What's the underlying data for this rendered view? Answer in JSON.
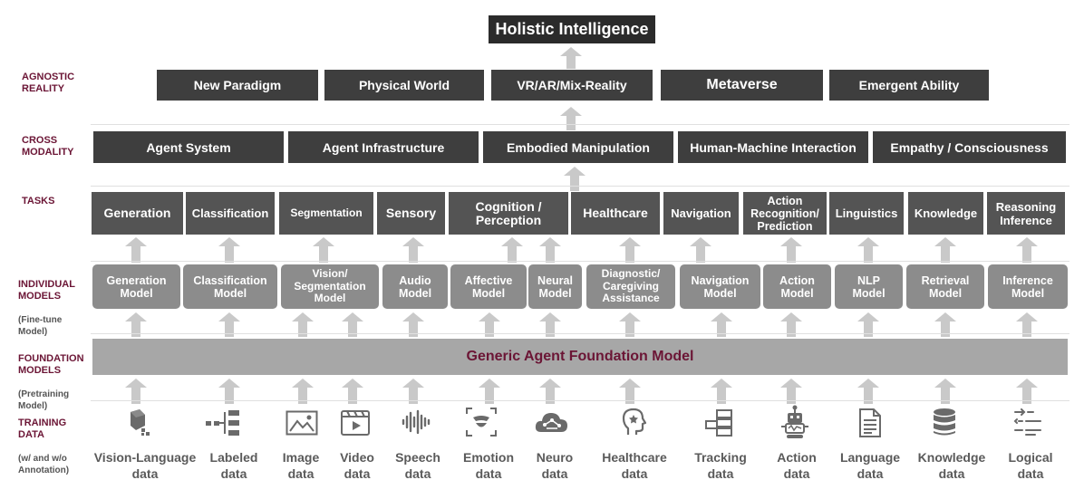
{
  "top": {
    "title": "Holistic Intelligence"
  },
  "row_labels": {
    "agnostic": "AGNOSTIC\nREALITY",
    "cross": "CROSS\nMODALITY",
    "tasks": "TASKS",
    "individual": "INDIVIDUAL\nMODELS",
    "individual_sub": "(Fine-tune\nModel)",
    "foundation": "FOUNDATION\nMODELS",
    "foundation_sub": "(Pretraining\nModel)",
    "training": "TRAINING\nDATA",
    "training_sub": "(w/ and w/o\nAnnotation)"
  },
  "agnostic": [
    "New Paradigm",
    "Physical World",
    "VR/AR/Mix-Reality",
    "Metaverse",
    "Emergent Ability"
  ],
  "cross_modality": [
    "Agent System",
    "Agent Infrastructure",
    "Embodied Manipulation",
    "Human-Machine Interaction",
    "Empathy / Consciousness"
  ],
  "tasks": [
    "Generation",
    "Classification",
    "Segmentation",
    "Sensory",
    "Cognition /\nPerception",
    "Healthcare",
    "Navigation",
    "Action\nRecognition/\nPrediction",
    "Linguistics",
    "Knowledge",
    "Reasoning\nInference"
  ],
  "models": [
    "Generation\nModel",
    "Classification\nModel",
    "Vision/\nSegmentation\nModel",
    "Audio\nModel",
    "Affective\nModel",
    "Neural\nModel",
    "Diagnostic/\nCaregiving\nAssistance",
    "Navigation\nModel",
    "Action\nModel",
    "NLP\nModel",
    "Retrieval\nModel",
    "Inference\nModel"
  ],
  "foundation": "Generic Agent Foundation Model",
  "training_data": [
    {
      "label": "Vision-Language\ndata",
      "icon": "cube-icon"
    },
    {
      "label": "Labeled\ndata",
      "icon": "hierarchy-icon"
    },
    {
      "label": "Image\ndata",
      "icon": "image-icon"
    },
    {
      "label": "Video\ndata",
      "icon": "video-icon"
    },
    {
      "label": "Speech\ndata",
      "icon": "waveform-icon"
    },
    {
      "label": "Emotion\ndata",
      "icon": "emotion-icon"
    },
    {
      "label": "Neuro\ndata",
      "icon": "brain-cloud-icon"
    },
    {
      "label": "Healthcare\ndata",
      "icon": "head-icon"
    },
    {
      "label": "Tracking\ndata",
      "icon": "tracking-icon"
    },
    {
      "label": "Action\ndata",
      "icon": "robot-icon"
    },
    {
      "label": "Language\ndata",
      "icon": "document-icon"
    },
    {
      "label": "Knowledge\ndata",
      "icon": "database-icon"
    },
    {
      "label": "Logical\ndata",
      "icon": "logic-icon"
    }
  ],
  "colors": {
    "dark": "#3e3e3e",
    "task": "#545454",
    "model": "#8c8c8c",
    "foundation": "#a7a7a7",
    "accent": "#6b1535",
    "arrow": "#c9c9c9",
    "icon": "#6a6a6a"
  }
}
